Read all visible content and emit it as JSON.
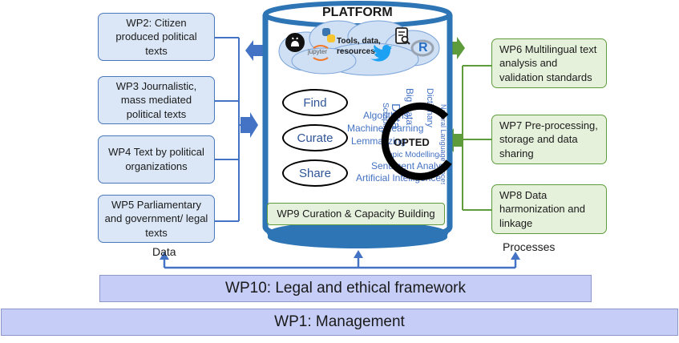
{
  "platform": {
    "title": "PLATFORM",
    "cloud_text": "Tools, data, resources",
    "jupyter_label": "jupyter",
    "r_label": "R",
    "actions": [
      "Find",
      "Curate",
      "Share"
    ],
    "logo": "OPTED",
    "wordcloud": [
      "Algorithms",
      "Machine Learning",
      "Lemmatizing",
      "Topic Modelling",
      "Sentiment Analysis",
      "Artificial Intelligence",
      "Data",
      "Scraping",
      "Dictionary",
      "Big Data",
      "Natural Language Processing"
    ],
    "wp9": "WP9 Curation & Capacity Building"
  },
  "data_wps": [
    "WP2: Citizen produced political texts",
    "WP3 Journalistic, mass mediated political texts",
    "WP4 Text by political organizations",
    "WP5 Parliamentary and government/ legal texts"
  ],
  "process_wps": [
    "WP6 Multilingual text analysis and validation standards",
    "WP7 Pre-processing, storage and data sharing",
    "WP8 Data harmonization and linkage"
  ],
  "labels": {
    "data": "Data",
    "processes": "Processes"
  },
  "wp10": "WP10: Legal and ethical framework",
  "wp1": "WP1: Management",
  "colors": {
    "blue_line": "#4472c4",
    "green_line": "#5e9c3b",
    "cylinder_fill": "#2e75b6",
    "bar_fill": "#c6cdf6"
  }
}
